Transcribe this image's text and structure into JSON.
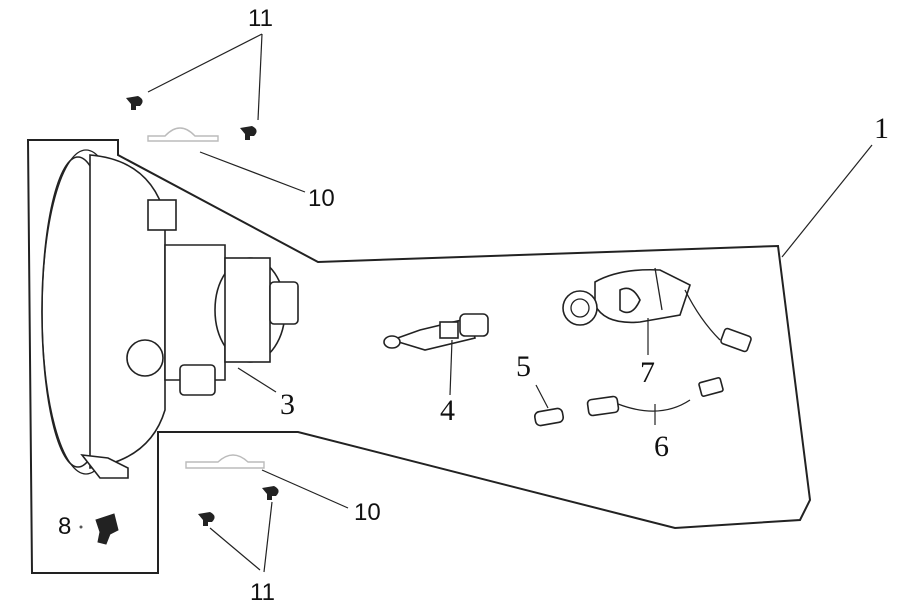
{
  "callouts": {
    "assembly": "1",
    "housing": "3",
    "bulb_h3": "4",
    "bulb_small": "5",
    "bulb_socket_wire": "6",
    "bulb_holder_harness": "7",
    "adjust_screw": "8",
    "bracket_top": "10",
    "bracket_bottom": "10",
    "clips_top": "11",
    "clips_bottom": "11"
  }
}
